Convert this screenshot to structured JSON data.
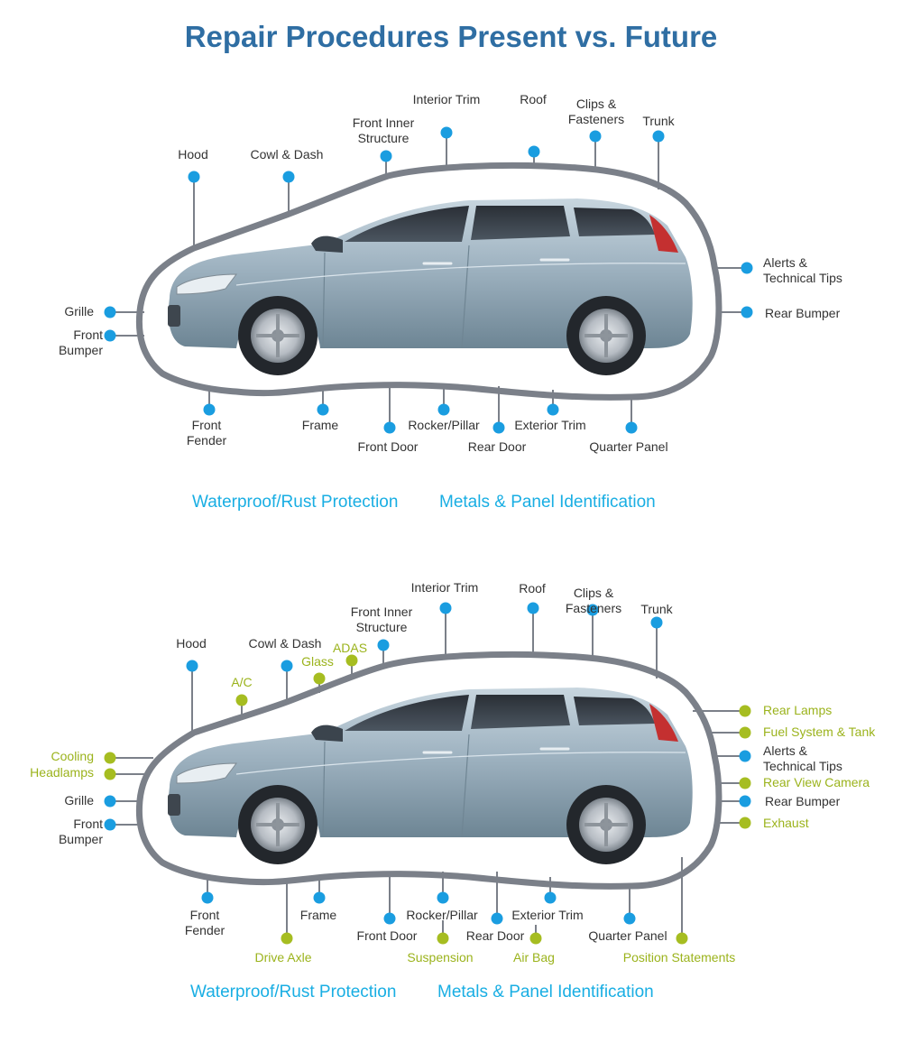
{
  "title": "Repair Procedures Present vs. Future",
  "colors": {
    "title": "#2f6ea3",
    "existing": "#1a9de0",
    "new": "#a6bd21",
    "outline": "#7b8089",
    "link": "#19aee3"
  },
  "panels": [
    {
      "name": "present",
      "labels": [
        {
          "text": "Hood",
          "status": "existing"
        },
        {
          "text": "Cowl & Dash",
          "status": "existing"
        },
        {
          "text": "Front Inner\nStructure",
          "status": "existing"
        },
        {
          "text": "Interior Trim",
          "status": "existing"
        },
        {
          "text": "Roof",
          "status": "existing"
        },
        {
          "text": "Clips &\nFasteners",
          "status": "existing"
        },
        {
          "text": "Trunk",
          "status": "existing"
        },
        {
          "text": "Alerts &\nTechnical Tips",
          "status": "existing"
        },
        {
          "text": "Rear Bumper",
          "status": "existing"
        },
        {
          "text": "Grille",
          "status": "existing"
        },
        {
          "text": "Front\nBumper",
          "status": "existing"
        },
        {
          "text": "Front\nFender",
          "status": "existing"
        },
        {
          "text": "Frame",
          "status": "existing"
        },
        {
          "text": "Front Door",
          "status": "existing"
        },
        {
          "text": "Rocker/Pillar",
          "status": "existing"
        },
        {
          "text": "Rear Door",
          "status": "existing"
        },
        {
          "text": "Exterior Trim",
          "status": "existing"
        },
        {
          "text": "Quarter Panel",
          "status": "existing"
        }
      ],
      "links": [
        "Waterproof/Rust Protection",
        "Metals & Panel Identification"
      ]
    },
    {
      "name": "future",
      "labels": [
        {
          "text": "Hood",
          "status": "existing"
        },
        {
          "text": "A/C",
          "status": "new"
        },
        {
          "text": "Cowl & Dash",
          "status": "existing"
        },
        {
          "text": "Glass",
          "status": "new"
        },
        {
          "text": "ADAS",
          "status": "new"
        },
        {
          "text": "Front Inner\nStructure",
          "status": "existing"
        },
        {
          "text": "Interior Trim",
          "status": "existing"
        },
        {
          "text": "Roof",
          "status": "existing"
        },
        {
          "text": "Clips &\nFasteners",
          "status": "existing"
        },
        {
          "text": "Trunk",
          "status": "existing"
        },
        {
          "text": "Rear Lamps",
          "status": "new"
        },
        {
          "text": "Fuel System & Tank",
          "status": "new"
        },
        {
          "text": "Alerts &\nTechnical Tips",
          "status": "existing"
        },
        {
          "text": "Rear View Camera",
          "status": "new"
        },
        {
          "text": "Rear Bumper",
          "status": "existing"
        },
        {
          "text": "Exhaust",
          "status": "new"
        },
        {
          "text": "Cooling",
          "status": "new"
        },
        {
          "text": "Headlamps",
          "status": "new"
        },
        {
          "text": "Grille",
          "status": "existing"
        },
        {
          "text": "Front\nBumper",
          "status": "existing"
        },
        {
          "text": "Front\nFender",
          "status": "existing"
        },
        {
          "text": "Drive Axle",
          "status": "new"
        },
        {
          "text": "Frame",
          "status": "existing"
        },
        {
          "text": "Front Door",
          "status": "existing"
        },
        {
          "text": "Rocker/Pillar",
          "status": "existing"
        },
        {
          "text": "Suspension",
          "status": "new"
        },
        {
          "text": "Rear Door",
          "status": "existing"
        },
        {
          "text": "Air Bag",
          "status": "new"
        },
        {
          "text": "Exterior Trim",
          "status": "existing"
        },
        {
          "text": "Quarter Panel",
          "status": "existing"
        },
        {
          "text": "Position Statements",
          "status": "new"
        }
      ],
      "links": [
        "Waterproof/Rust Protection",
        "Metals & Panel Identification"
      ]
    }
  ]
}
